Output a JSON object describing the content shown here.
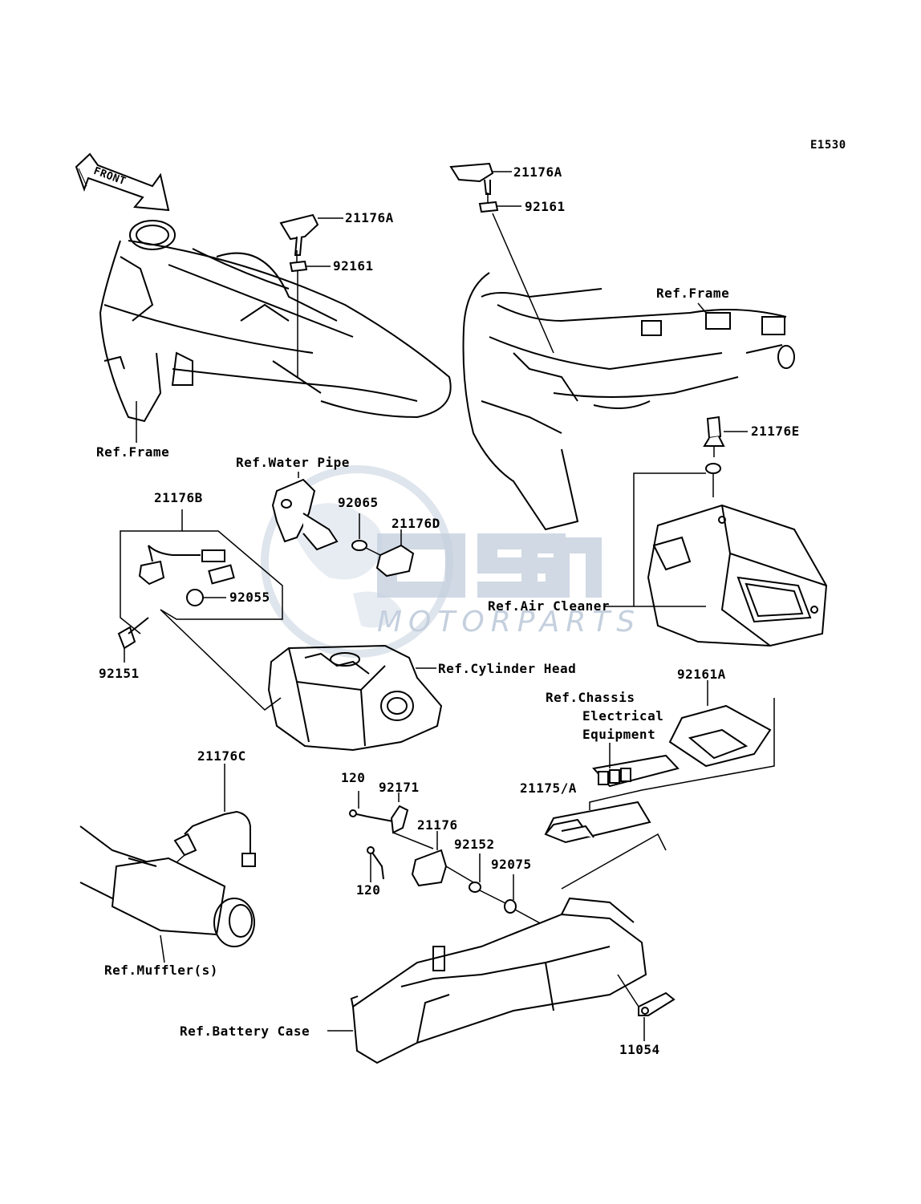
{
  "diagram_code": "E1530",
  "front_arrow": "FRONT",
  "watermark": {
    "logo": "OEM",
    "sub": "MOTORPARTS",
    "color": "#c5d0de"
  },
  "labels": {
    "p21176A_top": "21176A",
    "p92161_top": "92161",
    "p21176A_left": "21176A",
    "p92161_left": "92161",
    "ref_frame_right": "Ref.Frame",
    "ref_frame_left": "Ref.Frame",
    "p21176E": "21176E",
    "ref_water_pipe": "Ref.Water Pipe",
    "p21176B": "21176B",
    "p92065": "92065",
    "p21176D": "21176D",
    "p92055": "92055",
    "ref_air_cleaner": "Ref.Air Cleaner",
    "p92151": "92151",
    "ref_cylinder_head": "Ref.Cylinder Head",
    "p92161A": "92161A",
    "ref_chassis_1": "Ref.Chassis",
    "ref_chassis_2": "Electrical",
    "ref_chassis_3": "Equipment",
    "p21176C": "21176C",
    "p120_top": "120",
    "p92171": "92171",
    "p21176": "21176",
    "p92152": "92152",
    "p21175A": "21175/A",
    "p92075": "92075",
    "p120_bottom": "120",
    "ref_muffler": "Ref.Muffler(s)",
    "ref_battery_case": "Ref.Battery Case",
    "p11054": "11054"
  }
}
